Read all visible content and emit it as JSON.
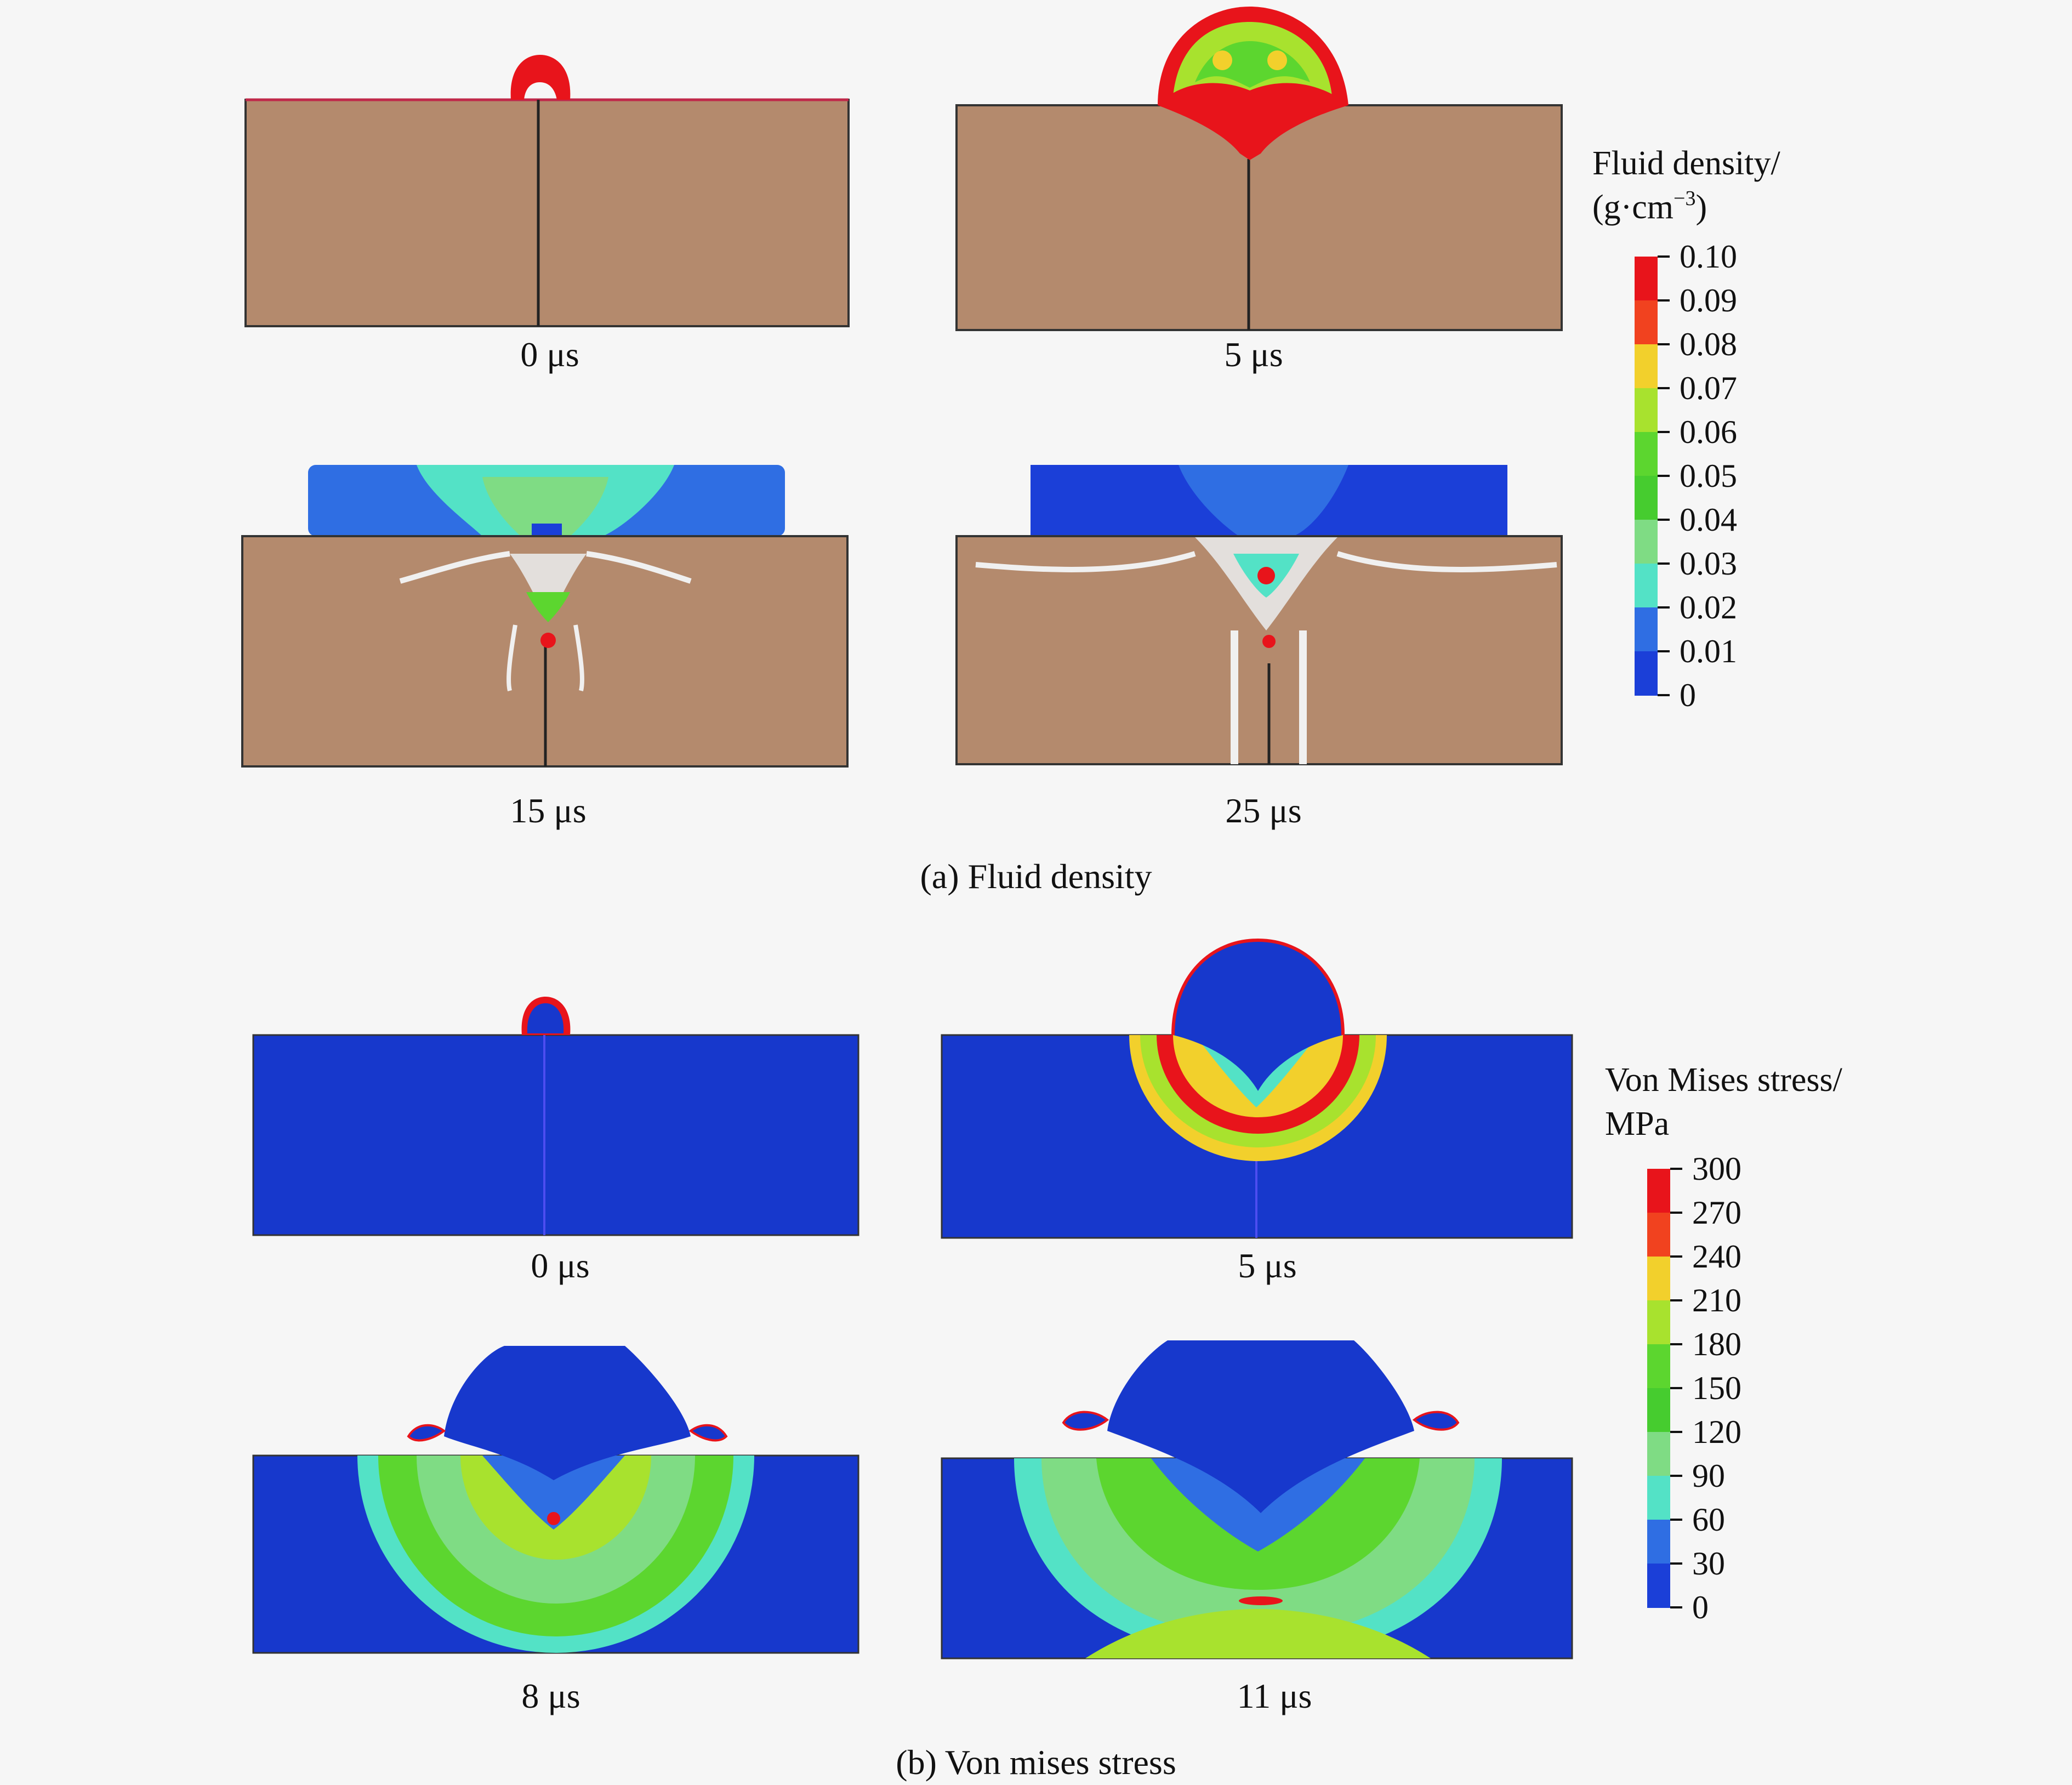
{
  "panel_a": {
    "caption": "(a) Fluid density",
    "frames": [
      "0 μs",
      "5 μs",
      "15 μs",
      "25 μs"
    ],
    "legend": {
      "title_line1": "Fluid density/",
      "title_line2": "(g·cm",
      "title_sup": "−3",
      "title_close": ")",
      "ticks": [
        "0.10",
        "0.09",
        "0.08",
        "0.07",
        "0.06",
        "0.05",
        "0.04",
        "0.03",
        "0.02",
        "0.01",
        "0"
      ],
      "colors": [
        "#e8141b",
        "#f1421f",
        "#f2d02c",
        "#a8e22e",
        "#5cd62f",
        "#46cc2f",
        "#7fdc84",
        "#53e2c6",
        "#2f6ee3",
        "#1b3fd8"
      ]
    }
  },
  "panel_b": {
    "caption": "(b) Von mises stress",
    "frames": [
      "0 μs",
      "5 μs",
      "8 μs",
      "11 μs"
    ],
    "legend": {
      "title_line1": "Von Mises stress/",
      "title_line2": "MPa",
      "ticks": [
        "300",
        "270",
        "240",
        "210",
        "180",
        "150",
        "120",
        "90",
        "60",
        "30",
        "0"
      ],
      "colors": [
        "#e8141b",
        "#f1421f",
        "#f2d02c",
        "#a8e22e",
        "#5cd62f",
        "#46cc2f",
        "#7fdc84",
        "#53e2c6",
        "#2f6ee3",
        "#1b3fd8"
      ]
    }
  },
  "colors": {
    "rock": "#b48a6d",
    "deep_blue": "#1738cc",
    "blue": "#2f6ee3",
    "cyan": "#53e2c6",
    "green": "#5cd62f",
    "yellow_green": "#a8e22e",
    "red": "#e8141b"
  }
}
